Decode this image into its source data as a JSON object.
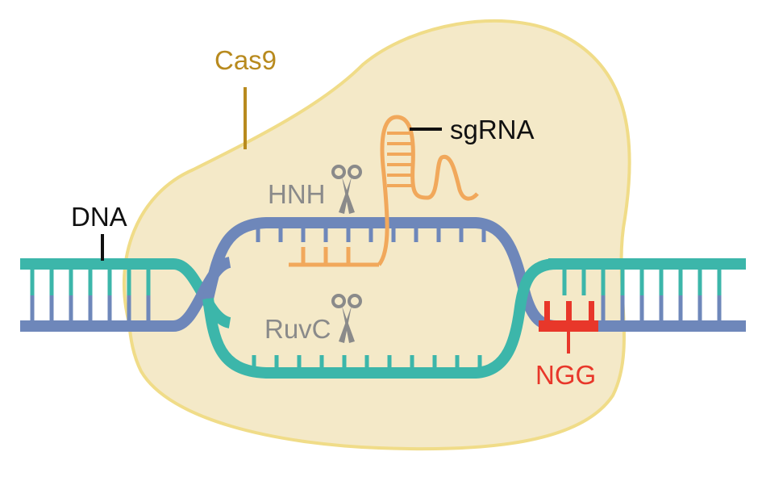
{
  "labels": {
    "cas9": "Cas9",
    "sgrna": "sgRNA",
    "dna": "DNA",
    "hnh": "HNH",
    "ruvc": "RuvC",
    "ngg": "NGG"
  },
  "icons": {
    "hnh": "scissors-icon",
    "ruvc": "scissors-icon"
  },
  "colors": {
    "cas9_fill": "#f4e9c8",
    "cas9_outline": "#f0dc88",
    "cas9_label": "#b88a1e",
    "teal_strand": "#3cb6aa",
    "blue_strand": "#6e87ba",
    "sgrna": "#f1a85b",
    "ngg": "#e8372a",
    "domain_label": "#8a8a8a",
    "black": "#111111"
  }
}
